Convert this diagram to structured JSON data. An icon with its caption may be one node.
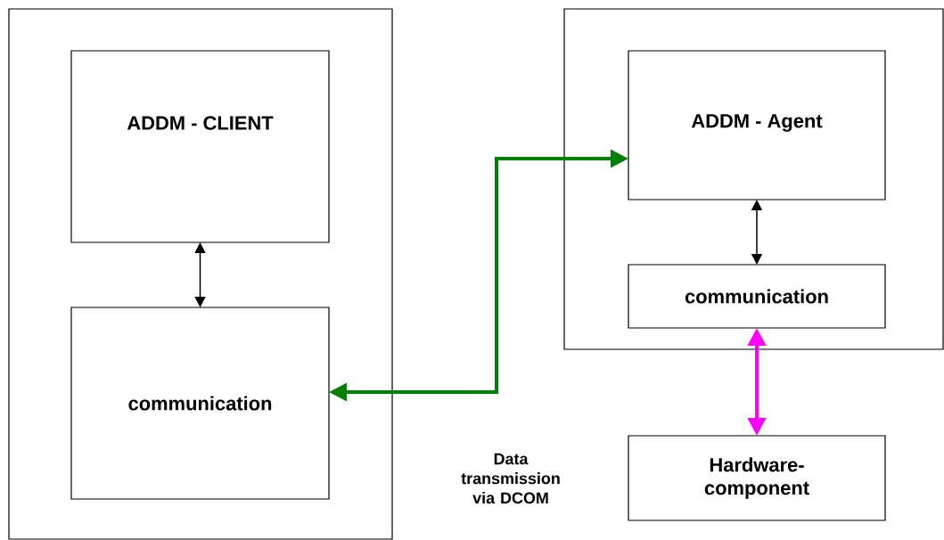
{
  "diagram": {
    "nodes": [
      {
        "text": [],
        "shape": "box"
      },
      {
        "text": [
          "ADDM - CLIENT"
        ],
        "in": 0
      },
      {
        "text": [
          "communication"
        ],
        "in": 0
      },
      {
        "text": [],
        "shape": "box"
      },
      {
        "text": [
          "ADDM - Agent"
        ],
        "in": 3
      },
      {
        "text": [
          "communication"
        ],
        "in": 3
      },
      {
        "text": [
          "Hardware-component"
        ]
      }
    ],
    "edges": [
      {
        "from": 1,
        "to": 2,
        "arrow": "both"
      },
      {
        "from": 2,
        "to": 4,
        "arrow": "both",
        "style": "thick",
        "color": "#008000"
      },
      {
        "from": 4,
        "to": 5,
        "arrow": "both"
      },
      {
        "from": 5,
        "to": 6,
        "arrow": "both",
        "style": "thick",
        "color": "#ff00ff"
      }
    ],
    "labels": [
      "Data transmission via DCOM"
    ]
  }
}
